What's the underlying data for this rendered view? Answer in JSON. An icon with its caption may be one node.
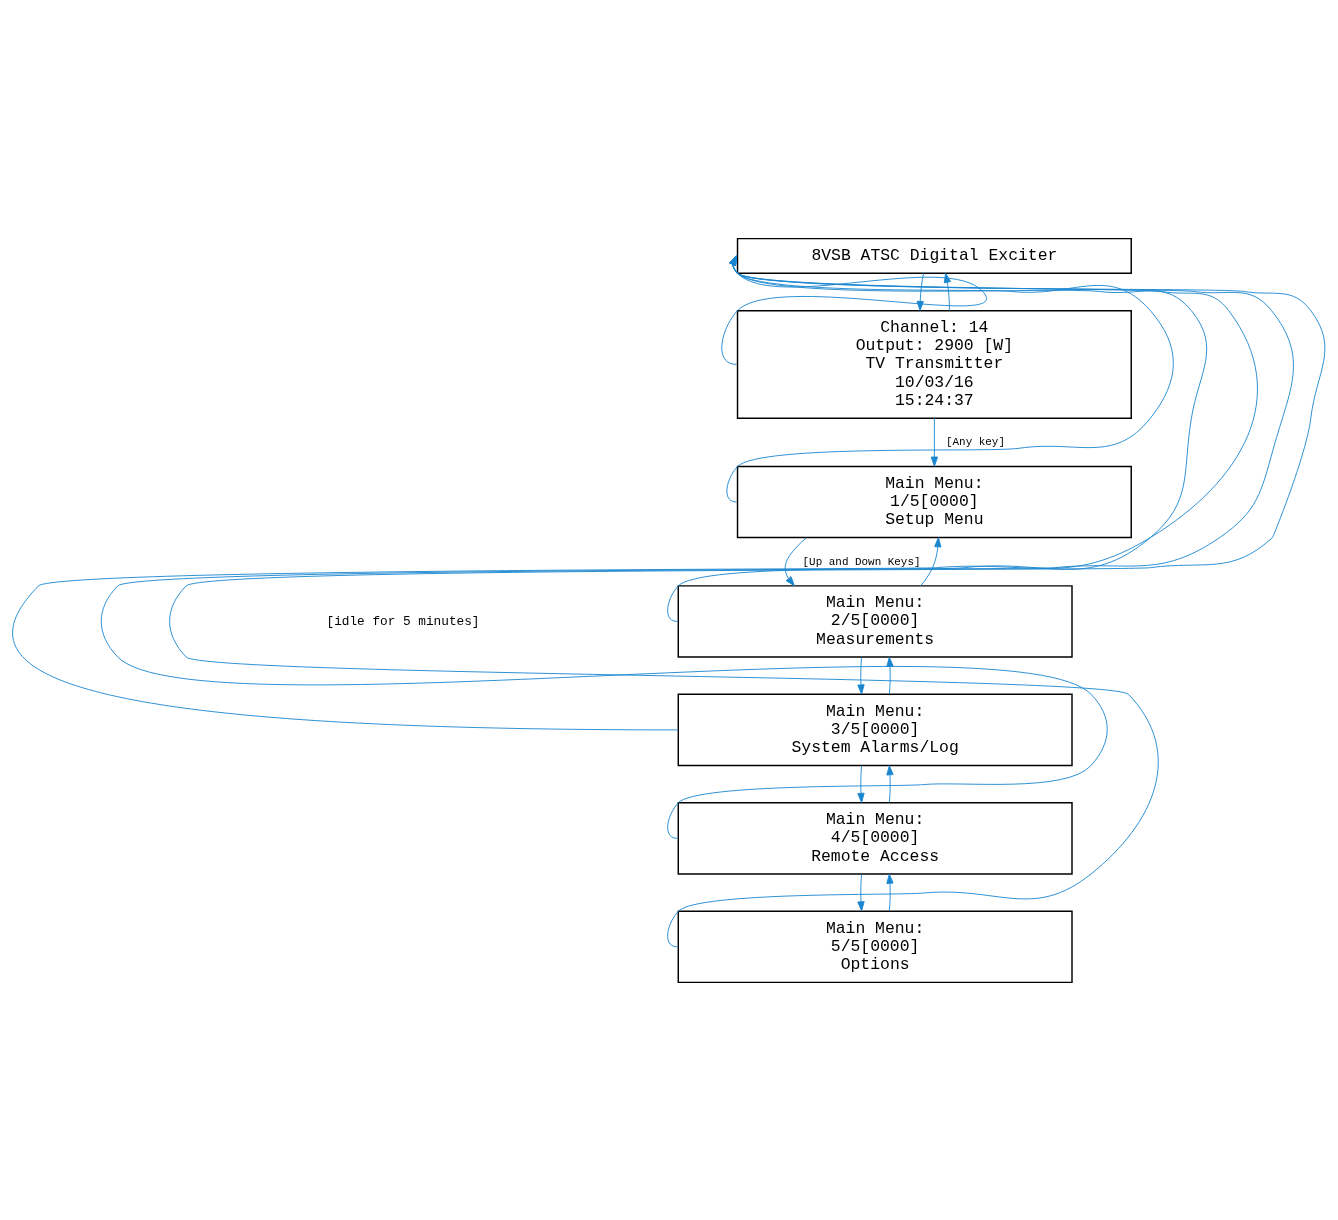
{
  "diagram": {
    "nodes": [
      {
        "text": [
          "8VSB ATSC Digital Exciter"
        ]
      },
      {
        "text": [
          "Channel: 14",
          "Output: 2900 [W]",
          "TV Transmitter",
          "10/03/16",
          "15:24:37"
        ]
      },
      {
        "text": [
          "Main Menu:",
          "1/5[0000]",
          "Setup Menu"
        ]
      },
      {
        "text": [
          "Main Menu:",
          "2/5[0000]",
          "Measurements"
        ]
      },
      {
        "text": [
          "Main Menu:",
          "3/5[0000]",
          "System Alarms/Log"
        ]
      },
      {
        "text": [
          "Main Menu:",
          "4/5[0000]",
          "Remote Access"
        ]
      },
      {
        "text": [
          "Main Menu:",
          "5/5[0000]",
          "Options"
        ]
      }
    ],
    "edges": [
      {
        "from": 0,
        "to": 1,
        "arrow": "to"
      },
      {
        "from": 1,
        "to": 0,
        "arrow": "to"
      },
      {
        "from": 1,
        "to": 2,
        "arrow": "to",
        "label": "[Any key]"
      },
      {
        "from": 2,
        "to": 3,
        "arrow": "to",
        "label": "[Up and Down Keys]"
      },
      {
        "from": 3,
        "to": 2,
        "arrow": "to"
      },
      {
        "from": 3,
        "to": 4,
        "arrow": "to"
      },
      {
        "from": 4,
        "to": 3,
        "arrow": "to"
      },
      {
        "from": 4,
        "to": 5,
        "arrow": "to"
      },
      {
        "from": 5,
        "to": 4,
        "arrow": "to"
      },
      {
        "from": 5,
        "to": 6,
        "arrow": "to"
      },
      {
        "from": 6,
        "to": 5,
        "arrow": "to"
      },
      {
        "from": 1,
        "to": 0,
        "arrow": "to"
      },
      {
        "from": 2,
        "to": 0,
        "arrow": "to"
      },
      {
        "from": 3,
        "to": 0,
        "arrow": "to"
      },
      {
        "from": 4,
        "to": 0,
        "arrow": "to"
      },
      {
        "from": 5,
        "to": 0,
        "arrow": "to"
      },
      {
        "from": 6,
        "to": 0,
        "arrow": "to"
      }
    ],
    "labels": [
      "[idle for 5 minutes]"
    ]
  }
}
